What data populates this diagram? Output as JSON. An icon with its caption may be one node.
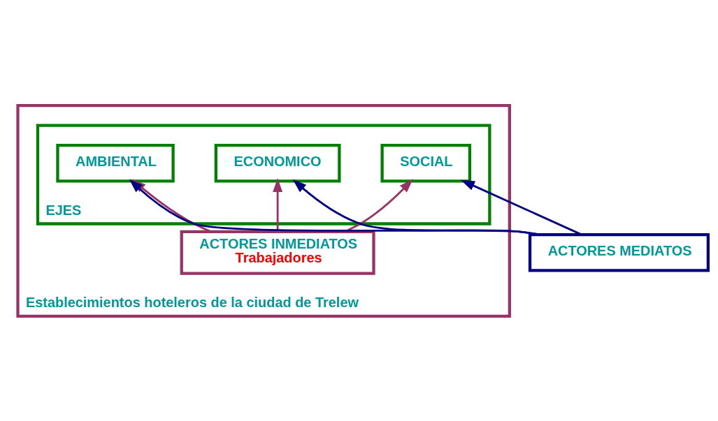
{
  "diagram": {
    "nodes": [
      {
        "text": [
          "Establecimientos hoteleros de la ciudad de Trelew"
        ]
      },
      {
        "text": [
          "EJES"
        ],
        "in": 0
      },
      {
        "text": [
          "AMBIENTAL"
        ],
        "in": 1
      },
      {
        "text": [
          "SOCIAL"
        ],
        "in": 1
      },
      {
        "text": [
          "ECONOMICO"
        ],
        "in": 1
      },
      {
        "text": [
          "ACTORES INMEDIATOS",
          "Trabajadores"
        ],
        "in": 0
      },
      {
        "text": [
          "ACTORES MEDIATOS"
        ]
      }
    ],
    "edges": [
      {
        "from": 6,
        "to": 2,
        "arrow": "to",
        "color": "#000080"
      },
      {
        "from": 6,
        "to": 3,
        "arrow": "to",
        "color": "#000080"
      },
      {
        "from": 6,
        "to": 4,
        "arrow": "to",
        "color": "#000080"
      },
      {
        "from": 5,
        "to": 2,
        "arrow": "to",
        "color": "#993366"
      },
      {
        "from": 5,
        "to": 4,
        "arrow": "to",
        "color": "#993366"
      },
      {
        "from": 5,
        "to": 3,
        "arrow": "to",
        "color": "#993366"
      }
    ]
  }
}
